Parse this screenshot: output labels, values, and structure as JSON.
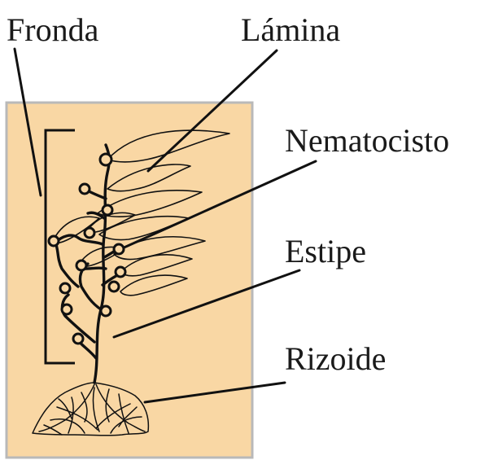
{
  "labels": {
    "fronda": "Fronda",
    "lamina": "Lámina",
    "nematocisto": "Nematocisto",
    "estipe": "Estipe",
    "rizoide": "Rizoide"
  },
  "colors": {
    "panel_fill": "#f9d7a4",
    "panel_border": "#b9b9b9",
    "ink": "#111111"
  }
}
